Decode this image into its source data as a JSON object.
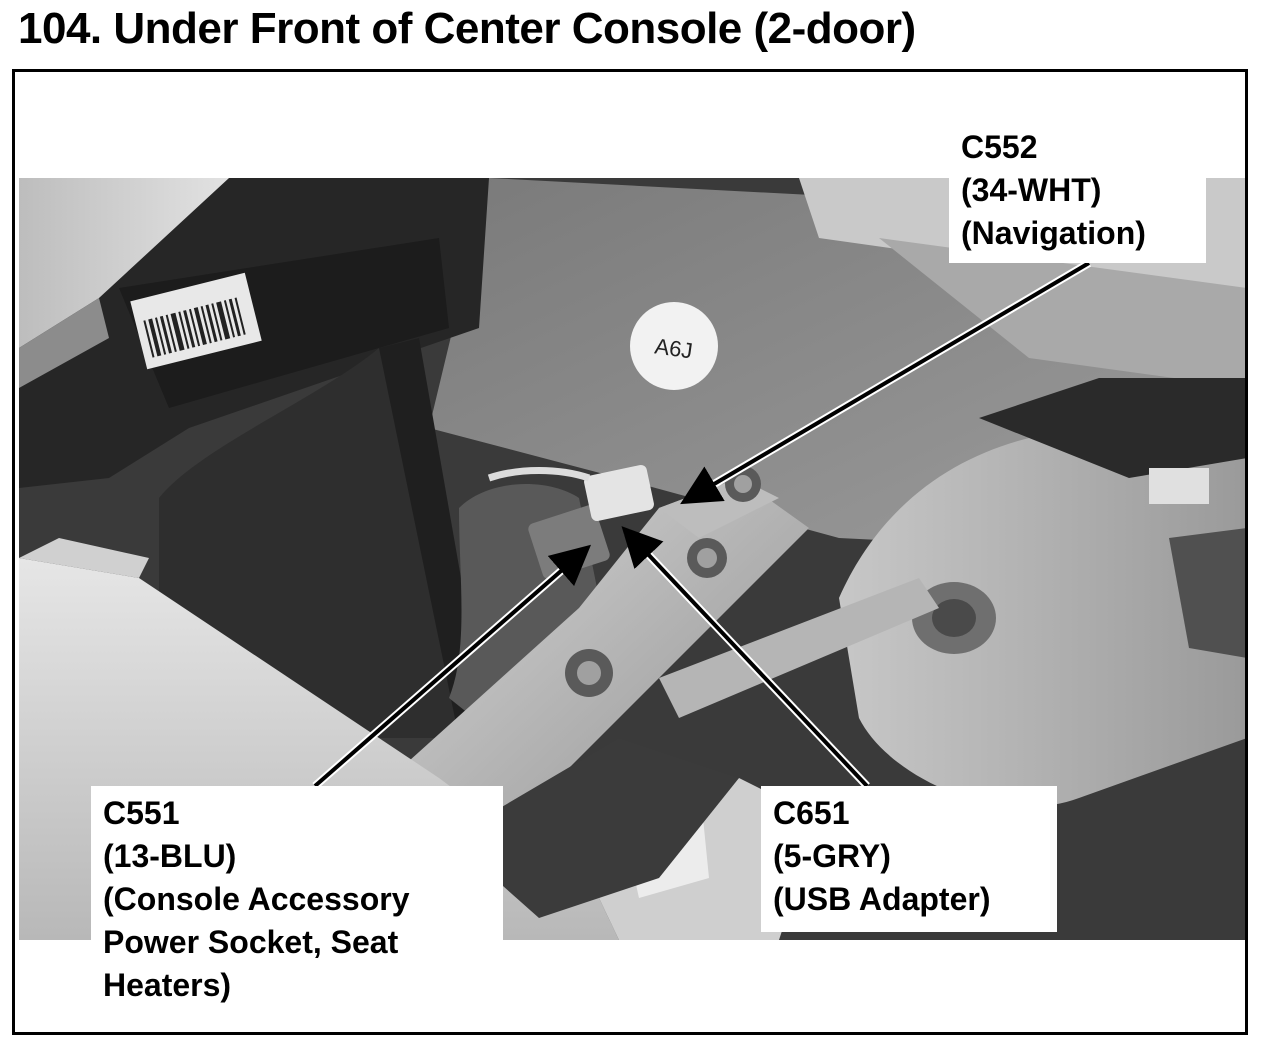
{
  "page": {
    "title": "104. Under Front of Center Console (2-door)"
  },
  "photo": {
    "sticker_label": "A6J",
    "colors": {
      "background": "#ffffff",
      "frame": "#000000",
      "photo_dark": "#2a2a2a",
      "photo_mid": "#8a8a8a",
      "photo_light": "#d6d6d6"
    }
  },
  "callouts": {
    "c552": {
      "connector": "C552",
      "wire": "(34-WHT)",
      "function": "(Navigation)"
    },
    "c551": {
      "connector": "C551",
      "wire": "(13-BLU)",
      "function_line1": "(Console Accessory",
      "function_line2": "Power Socket, Seat",
      "function_line3": "Heaters)"
    },
    "c651": {
      "connector": "C651",
      "wire": "(5-GRY)",
      "function": "(USB Adapter)"
    }
  }
}
